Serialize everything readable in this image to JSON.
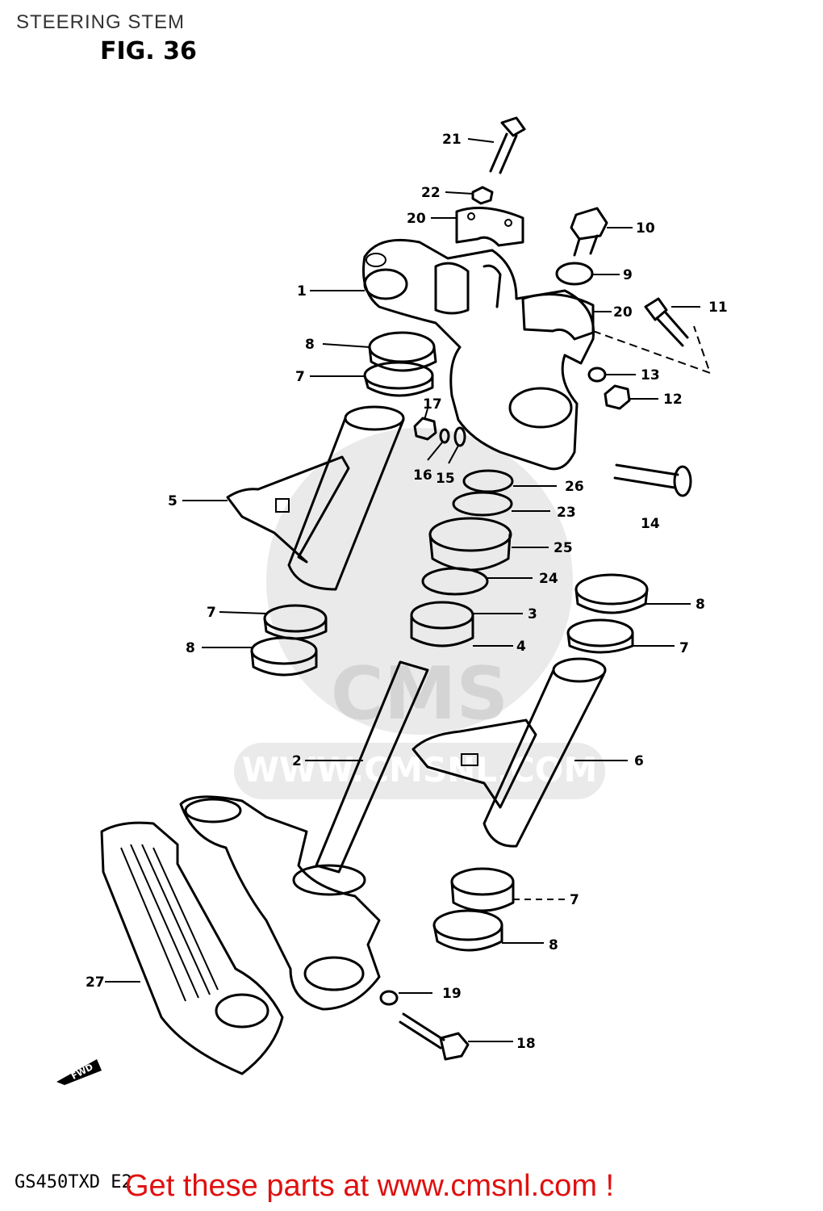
{
  "header": {
    "title": "STEERING STEM",
    "figure": "FIG. 36"
  },
  "footer": {
    "model_code": "GS450TXD E2",
    "promo": "Get these parts at www.cmsnl.com !"
  },
  "watermark": {
    "brand": "CMS",
    "url": "WWW.CMSNL.COM"
  },
  "fwd_label": "FWD",
  "callouts": {
    "c1": "1",
    "c2": "2",
    "c3": "3",
    "c4": "4",
    "c5": "5",
    "c6": "6",
    "c7a": "7",
    "c7b": "7",
    "c7c": "7",
    "c7d": "7",
    "c8a": "8",
    "c8b": "8",
    "c8c": "8",
    "c8d": "8",
    "c9": "9",
    "c10": "10",
    "c11": "11",
    "c12": "12",
    "c13": "13",
    "c14": "14",
    "c15": "15",
    "c16": "16",
    "c17": "17",
    "c18": "18",
    "c19": "19",
    "c20a": "20",
    "c20b": "20",
    "c21": "21",
    "c22": "22",
    "c23": "23",
    "c24": "24",
    "c25": "25",
    "c26": "26",
    "c27": "27"
  },
  "colors": {
    "promo": "#e01010",
    "line": "#000000",
    "watermark": "#d9d9d9"
  }
}
